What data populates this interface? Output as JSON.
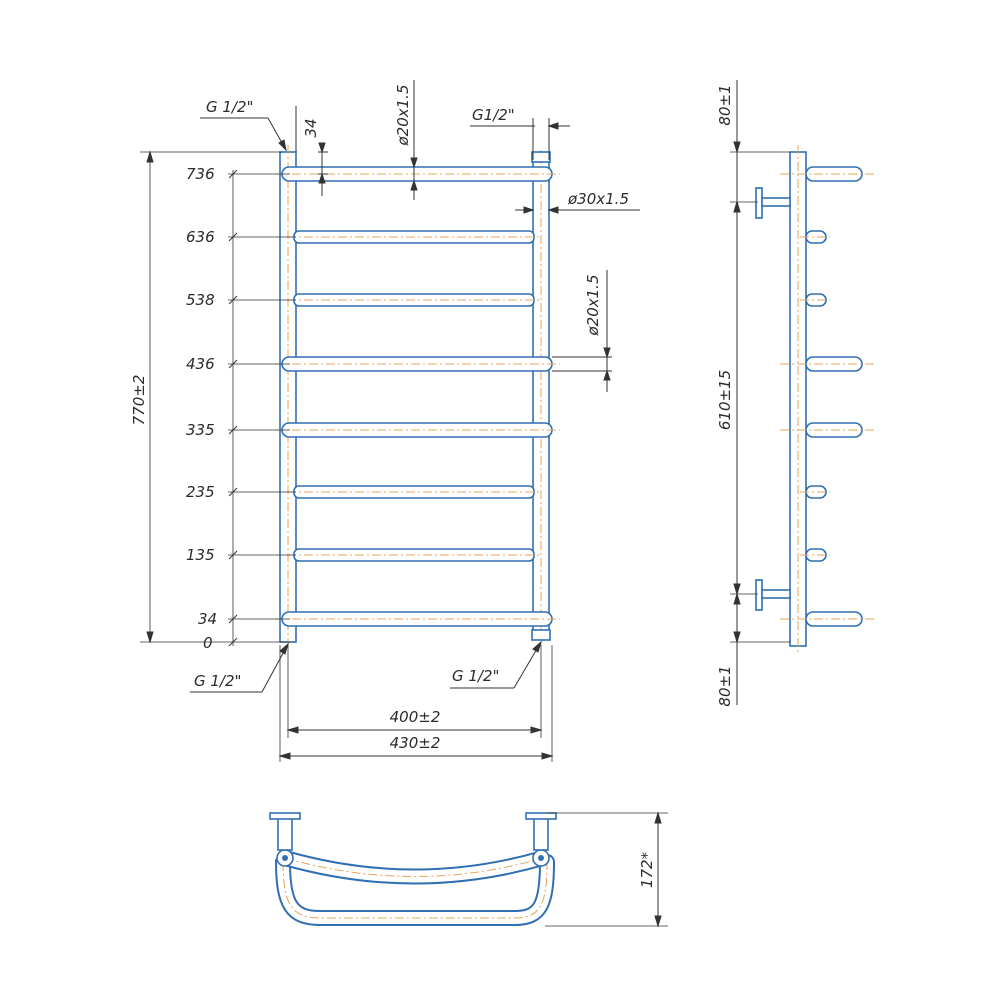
{
  "rail_heights": [
    "736",
    "636",
    "538",
    "436",
    "335",
    "235",
    "135",
    "34",
    "0"
  ],
  "dims": {
    "total_height": "770±2",
    "inner_width": "400±2",
    "outer_width": "430±2",
    "top_offset": "34",
    "pipe_dia_top": "ø20x1.5",
    "pipe_dia_side": "ø30x1.5",
    "pipe_dia_mid": "ø20x1.5",
    "side_top": "80±1",
    "side_spacing": "610±15",
    "side_bottom": "80±1",
    "depth": "172*"
  },
  "threads": {
    "top_left": "G 1/2\"",
    "top_right": "G1/2\"",
    "bottom_left": "G 1/2\"",
    "bottom_right": "G 1/2\""
  },
  "colors": {
    "pipe": "#2f6fb3",
    "centerline": "#e3a75b",
    "dimension": "#333333"
  }
}
